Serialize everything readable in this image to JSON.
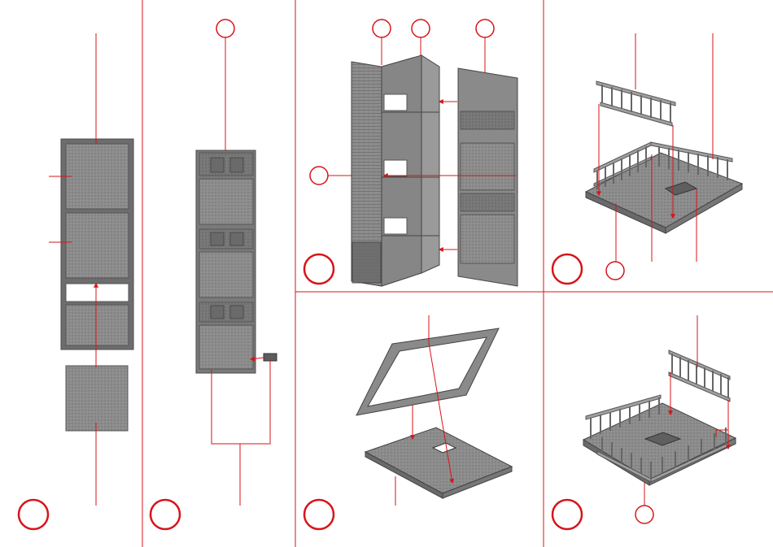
{
  "colors": {
    "accent": "#d7141a",
    "part_gray": "#8a8a8a",
    "part_dark": "#6f6f6f",
    "background": "#ffffff"
  },
  "steps": [
    {
      "id": "step-1",
      "kind": "facade-wall-with-insert"
    },
    {
      "id": "step-2",
      "kind": "facade-panel-with-clip"
    },
    {
      "id": "step-3",
      "kind": "corner-walls-assembly"
    },
    {
      "id": "step-4",
      "kind": "roof-railings"
    },
    {
      "id": "step-5",
      "kind": "roof-frame-on-base"
    },
    {
      "id": "step-6",
      "kind": "roof-with-railings-complete"
    }
  ]
}
